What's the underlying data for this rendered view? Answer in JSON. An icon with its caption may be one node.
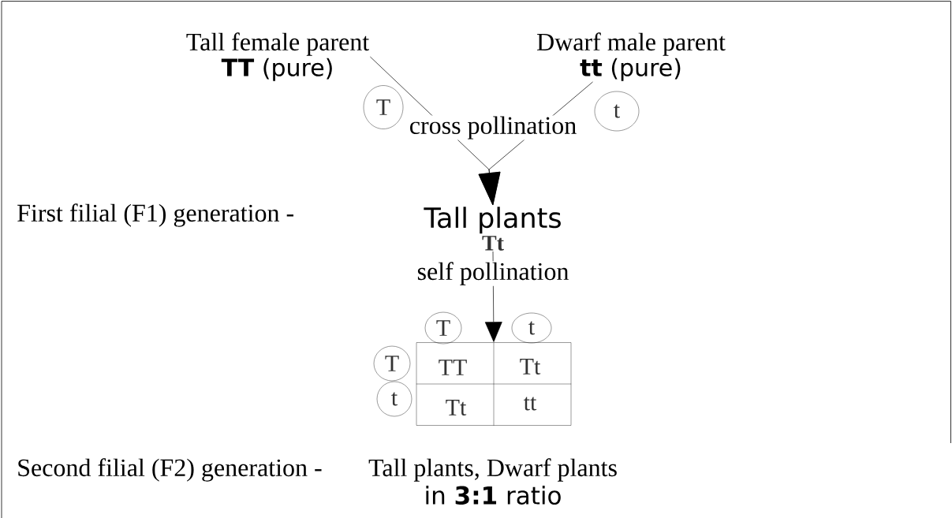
{
  "diagram": {
    "nodes": [
      {
        "text": [
          "Tall female parent",
          "**TT** (pure)"
        ]
      },
      {
        "text": [
          "Dwarf male parent",
          "**tt** (pure)"
        ]
      },
      {
        "text": [
          "T"
        ]
      },
      {
        "text": [
          "t"
        ]
      },
      {
        "text": [
          "Tall plants",
          "Tt"
        ]
      },
      {
        "text": [
          "T"
        ]
      },
      {
        "text": [
          "t"
        ]
      },
      {
        "text": [],
        "shape": "box"
      },
      {
        "text": [
          "T"
        ]
      },
      {
        "text": [
          "TT"
        ],
        "in": 7
      },
      {
        "text": [
          "Tt"
        ],
        "in": 7
      },
      {
        "text": [
          "t"
        ]
      },
      {
        "text": [
          "Tt"
        ],
        "in": 7
      },
      {
        "text": [
          "tt"
        ],
        "in": 7
      }
    ],
    "edges": [
      {
        "from": 0,
        "to": 4,
        "arrow": "to",
        "label": "cross pollination"
      },
      {
        "from": 1,
        "to": 4,
        "arrow": "to"
      },
      {
        "from": 4,
        "to": 7,
        "arrow": "to",
        "label": "self pollination"
      }
    ],
    "labels": [
      "First filial (F1) generation -",
      "Second filial (F2) generation -",
      "Tall plants, Dwarf plants",
      "in **3:1** ratio"
    ]
  }
}
